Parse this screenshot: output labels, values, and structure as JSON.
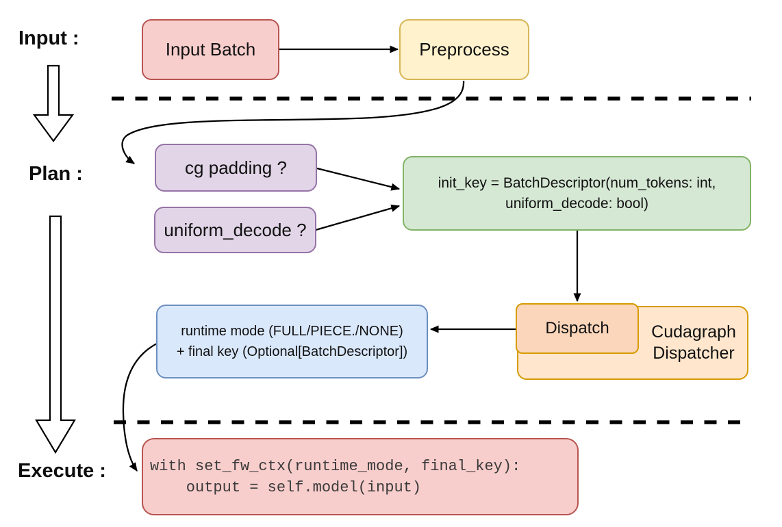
{
  "canvas": {
    "background": "#ffffff"
  },
  "stage_labels": {
    "input": "Input :",
    "plan": "Plan :",
    "execute": "Execute :"
  },
  "boxes": {
    "input_batch": {
      "label": "Input Batch",
      "fill": "#f8cecc",
      "stroke": "#b85450"
    },
    "preprocess": {
      "label": "Preprocess",
      "fill": "#fff2cc",
      "stroke": "#d6b656"
    },
    "cg_padding": {
      "label": "cg padding ?",
      "fill": "#e1d5e7",
      "stroke": "#9673a6"
    },
    "uniform_decode": {
      "label": "uniform_decode ?",
      "fill": "#e1d5e7",
      "stroke": "#9673a6"
    },
    "init_key": {
      "line1": "init_key = BatchDescriptor(num_tokens: int,",
      "line2": "uniform_decode: bool)",
      "fill": "#d5e8d4",
      "stroke": "#82b366"
    },
    "cudagraph_dispatcher": {
      "line1": "Cudagraph",
      "line2": "Dispatcher",
      "fill": "#ffe6cc",
      "stroke": "#d79b00"
    },
    "dispatch": {
      "label": "Dispatch",
      "fill": "#fbd6bb",
      "stroke": "#d79b00"
    },
    "runtime_final_key": {
      "line1": "runtime mode (FULL/PIECE./NONE)",
      "line2": "+ final key (Optional[BatchDescriptor])",
      "fill": "#dae8fc",
      "stroke": "#6c8ebf"
    },
    "execute_code": {
      "line1": "with set_fw_ctx(runtime_mode, final_key):",
      "line2": "    output = self.model(input)",
      "fill": "#f8cecc",
      "stroke": "#b85450"
    }
  },
  "connector_color": "#000000"
}
